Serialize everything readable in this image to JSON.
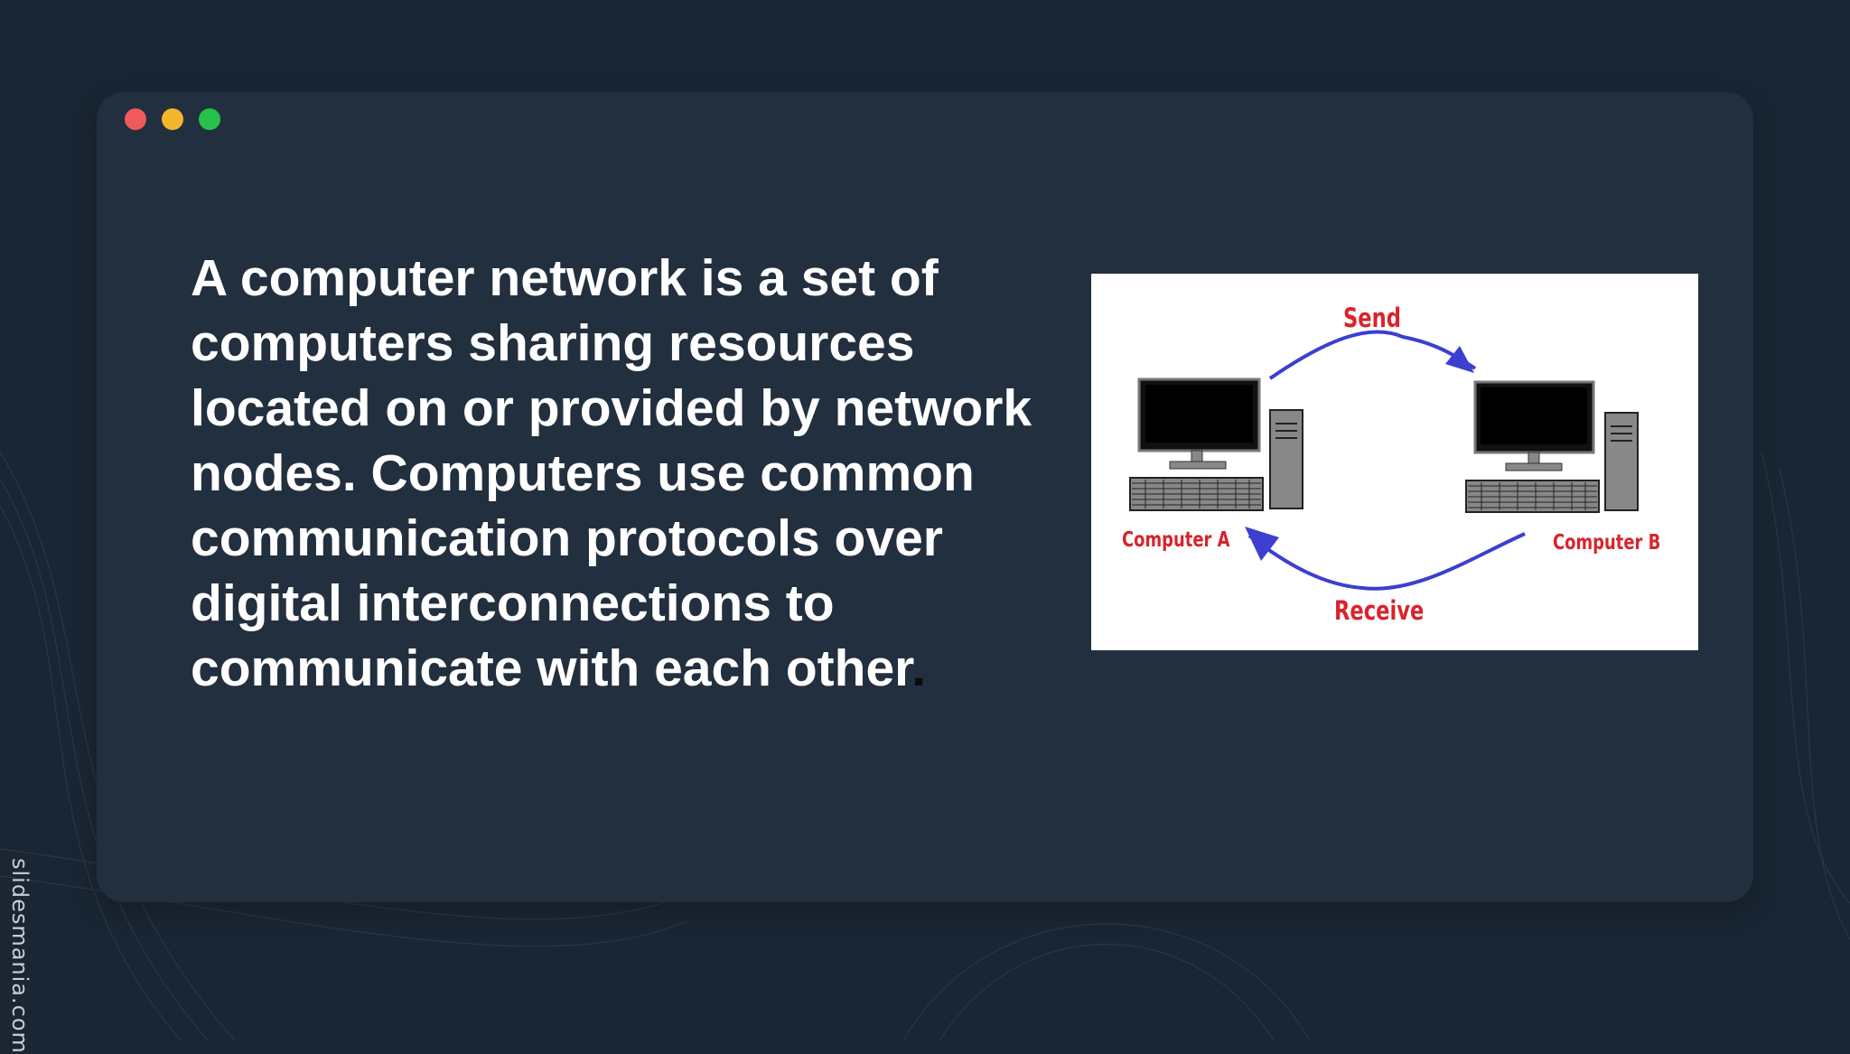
{
  "window": {
    "controls": [
      "close",
      "minimize",
      "maximize"
    ]
  },
  "slide": {
    "text": "A computer network is a set of computers sharing resources located on or provided by network nodes. Computers use common communication protocols over digital interconnections to communicate with each other",
    "text_end": "."
  },
  "diagram": {
    "send_label": "Send",
    "receive_label": "Receive",
    "computer_a_label": "Computer A",
    "computer_b_label": "Computer B"
  },
  "watermark": "slidesmania.com",
  "colors": {
    "background": "#1a2634",
    "window": "#222f3e",
    "dot_red": "#ef5b5b",
    "dot_yellow": "#f3b62c",
    "dot_green": "#27c04a",
    "arrow": "#3c3fd0",
    "label_red": "#d8242c"
  }
}
